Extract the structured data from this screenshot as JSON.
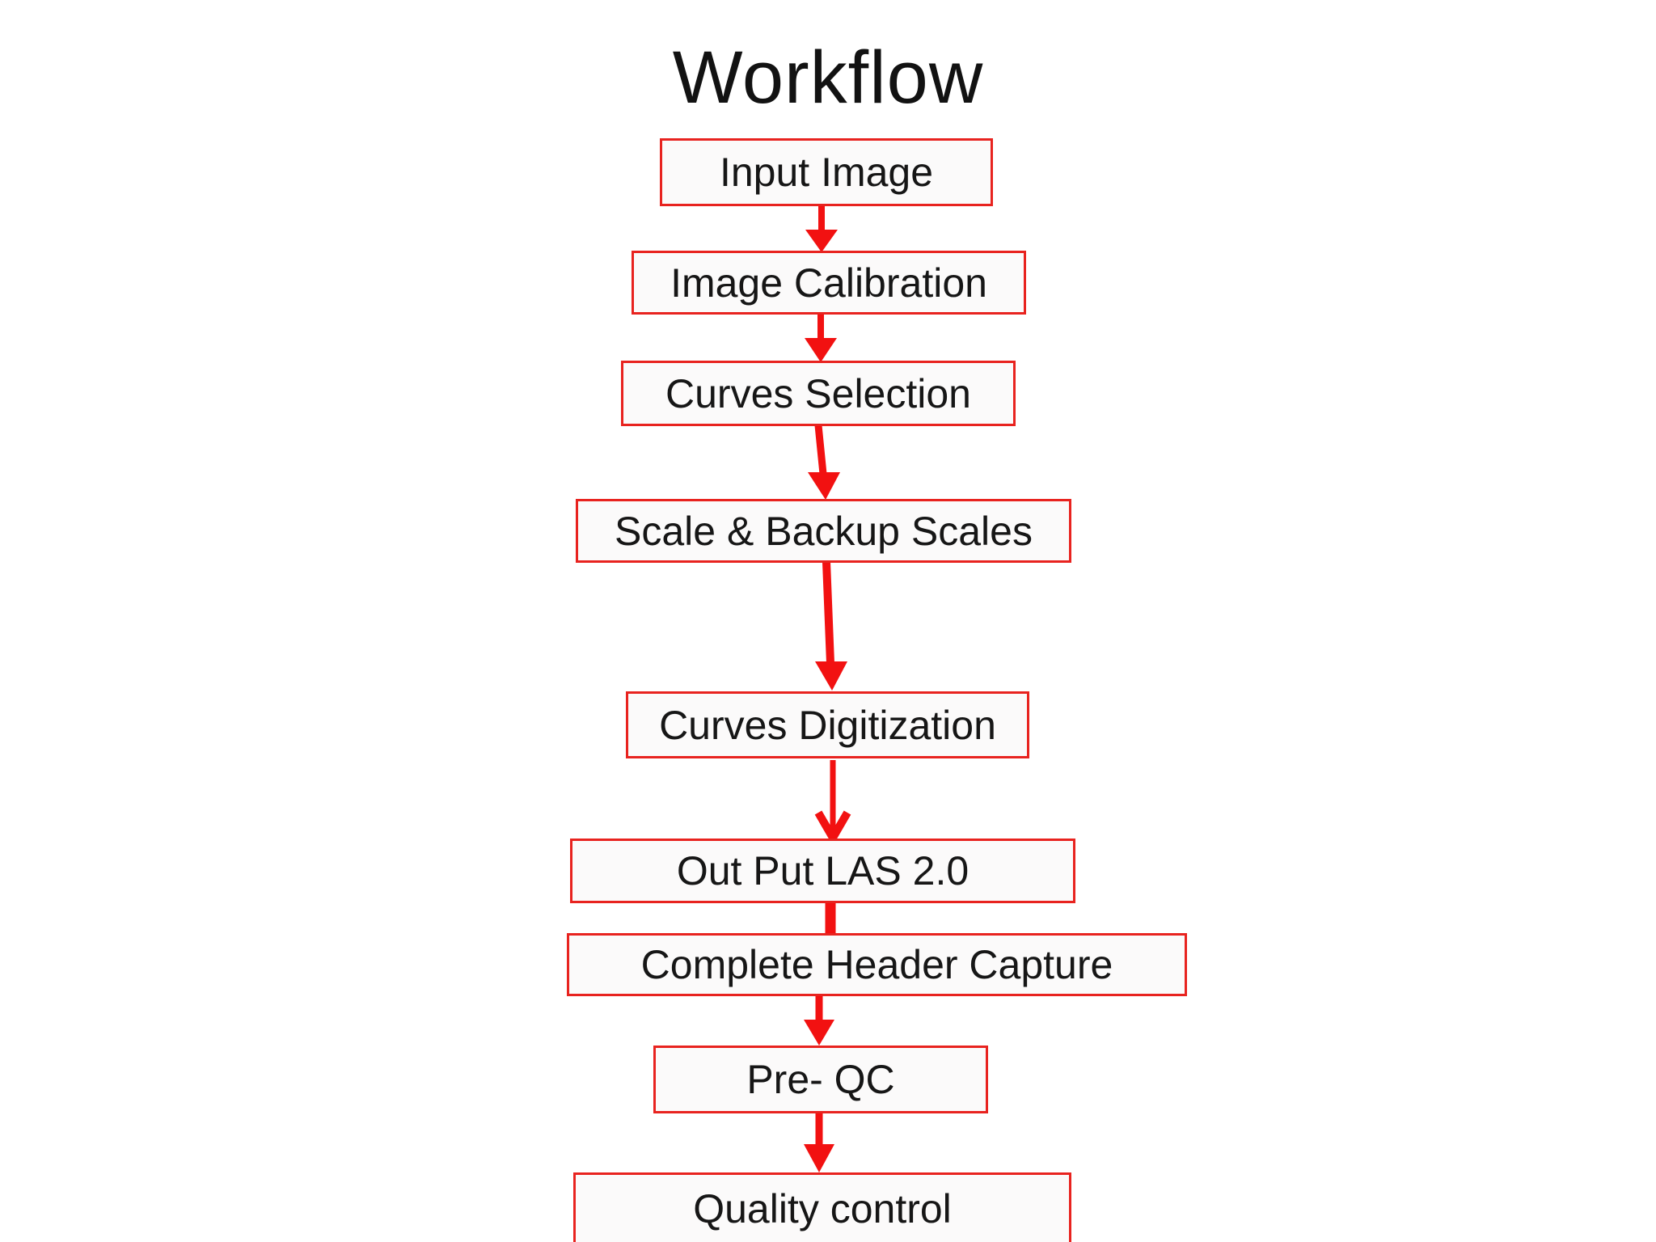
{
  "page": {
    "title": "Workflow"
  },
  "flowchart": {
    "steps": [
      {
        "label": "Input Image"
      },
      {
        "label": "Image Calibration"
      },
      {
        "label": "Curves Selection"
      },
      {
        "label": "Scale & Backup Scales"
      },
      {
        "label": "Curves Digitization"
      },
      {
        "label": "Out Put LAS 2.0"
      },
      {
        "label": "Complete Header Capture"
      },
      {
        "label": "Pre- QC"
      },
      {
        "label": "Quality control"
      }
    ],
    "arrows": [
      {
        "from": "Input Image",
        "to": "Image Calibration",
        "head": "triangle"
      },
      {
        "from": "Image Calibration",
        "to": "Curves Selection",
        "head": "triangle"
      },
      {
        "from": "Curves Selection",
        "to": "Scale & Backup Scales",
        "head": "triangle"
      },
      {
        "from": "Scale & Backup Scales",
        "to": "Curves Digitization",
        "head": "triangle"
      },
      {
        "from": "Curves Digitization",
        "to": "Out Put LAS 2.0",
        "head": "chevron"
      },
      {
        "from": "Out Put LAS 2.0",
        "to": "Complete Header Capture",
        "head": "none"
      },
      {
        "from": "Complete Header Capture",
        "to": "Pre- QC",
        "head": "triangle"
      },
      {
        "from": "Pre- QC",
        "to": "Quality control",
        "head": "triangle"
      }
    ]
  },
  "colors": {
    "title_text": "#121212",
    "box_text": "#161616",
    "box_border": "#e8231f",
    "box_fill": "#fbfafa",
    "arrow_red": "#f21111",
    "page_bg": "#ffffff"
  }
}
